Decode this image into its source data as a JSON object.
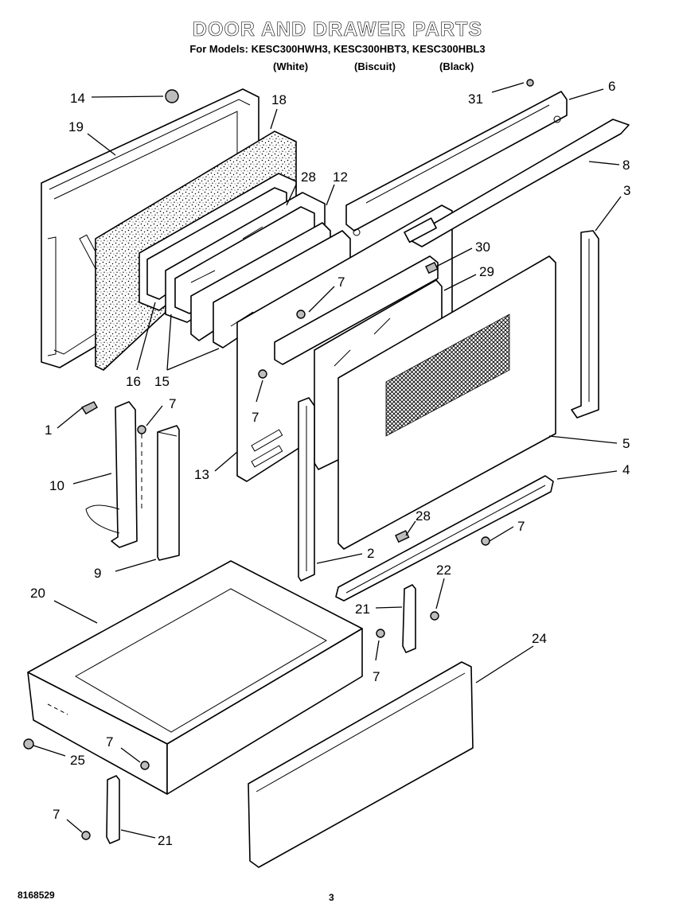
{
  "header": {
    "title": "DOOR AND DRAWER PARTS",
    "models_line": "For Models: KESC300HWH3, KESC300HBT3, KESC300HBL3",
    "variants": [
      "(White)",
      "(Biscuit)",
      "(Black)"
    ]
  },
  "callouts": [
    "14",
    "18",
    "19",
    "28",
    "12",
    "31",
    "6",
    "8",
    "3",
    "30",
    "29",
    "7",
    "16",
    "15",
    "7",
    "1",
    "7",
    "10",
    "9",
    "13",
    "5",
    "4",
    "28",
    "7",
    "2",
    "20",
    "22",
    "21",
    "7",
    "24",
    "25",
    "7",
    "7",
    "21"
  ],
  "footer": {
    "doc_number": "8168529",
    "page_number": "3"
  }
}
